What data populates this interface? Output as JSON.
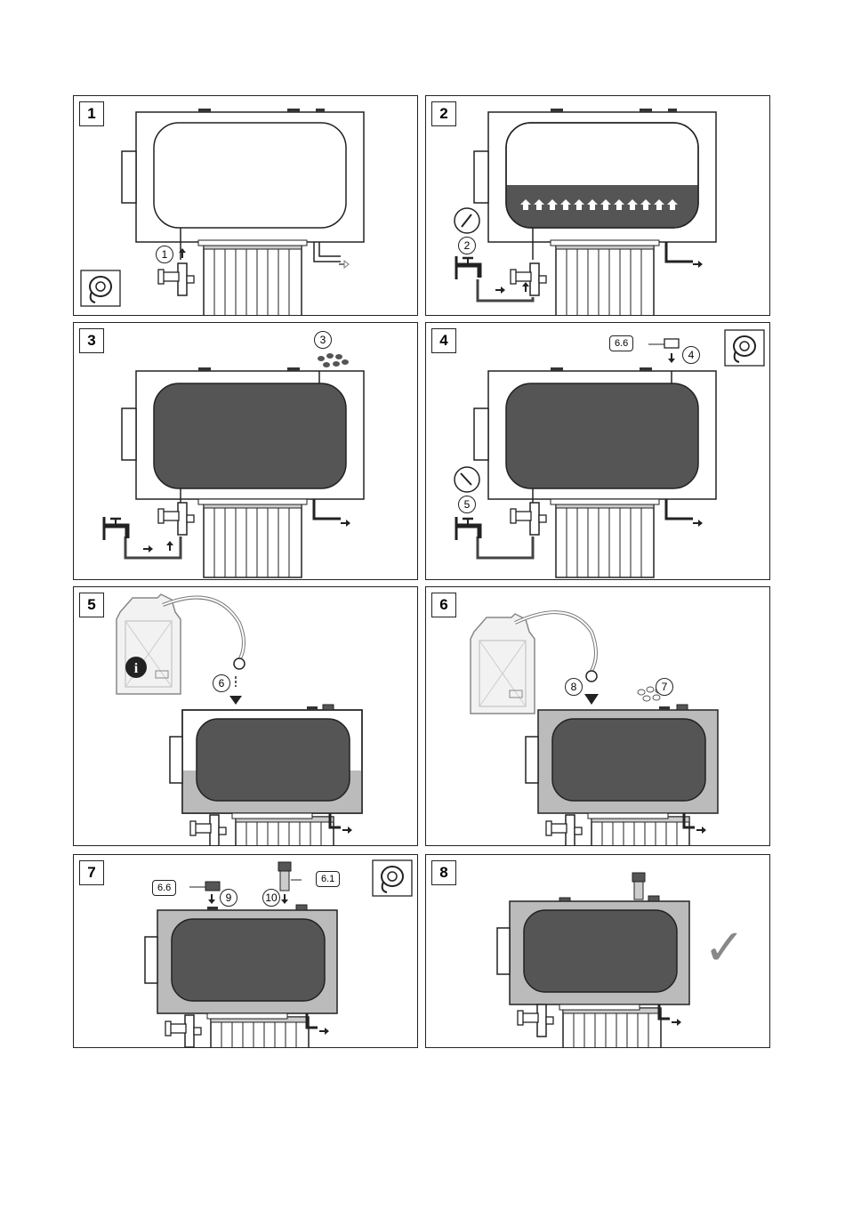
{
  "panels": [
    {
      "number": "1",
      "callouts": [
        "1"
      ]
    },
    {
      "number": "2",
      "callouts": [
        "2"
      ]
    },
    {
      "number": "3",
      "callouts": [
        "3"
      ]
    },
    {
      "number": "4",
      "callouts": [
        "4",
        "5"
      ],
      "tags": [
        "6.6"
      ]
    },
    {
      "number": "5",
      "callouts": [
        "6"
      ]
    },
    {
      "number": "6",
      "callouts": [
        "8",
        "7"
      ]
    },
    {
      "number": "7",
      "callouts": [
        "9",
        "10"
      ],
      "tags": [
        "6.6",
        "6.1"
      ]
    },
    {
      "number": "8",
      "check": "✓"
    }
  ],
  "colors": {
    "liquid": "#555555",
    "jacket": "#bbbbbb",
    "outline": "#222222"
  },
  "icons": [
    "sealing-tape-icon",
    "faucet-icon",
    "pressure-gauge-icon",
    "pellets-icon",
    "jerrycan-icon",
    "info-icon",
    "check-icon"
  ]
}
